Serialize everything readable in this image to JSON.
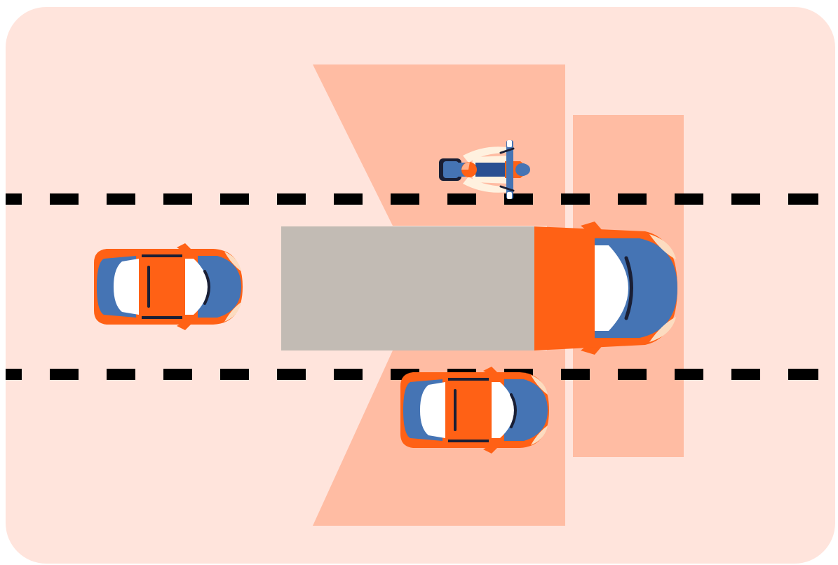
{
  "scene": {
    "subject": "truck-blind-spots",
    "colors": {
      "card_background": "#ffe4dc",
      "blind_spot_zone": "#ffbca3",
      "lane_marking": "#000000",
      "vehicle_body": "#ff6115",
      "vehicle_roof": "#4574b4",
      "windshield": "#ffffff",
      "headlight": "#fcdcc0",
      "trailer": "#c2bbb4",
      "rider_dark": "#1a1f35",
      "rider_light": "#fff1df"
    },
    "vehicles": [
      {
        "kind": "car",
        "heading": "right",
        "lane": "middle",
        "relative_position": "behind-truck"
      },
      {
        "kind": "semi-truck",
        "heading": "right",
        "lane": "middle"
      },
      {
        "kind": "car",
        "heading": "right",
        "lane": "lower",
        "relative_position": "beside-trailer"
      },
      {
        "kind": "motorcycle",
        "heading": "right",
        "lane": "upper",
        "relative_position": "beside-trailer"
      }
    ],
    "blind_spot_zones": [
      "left-side",
      "right-side",
      "front"
    ]
  }
}
